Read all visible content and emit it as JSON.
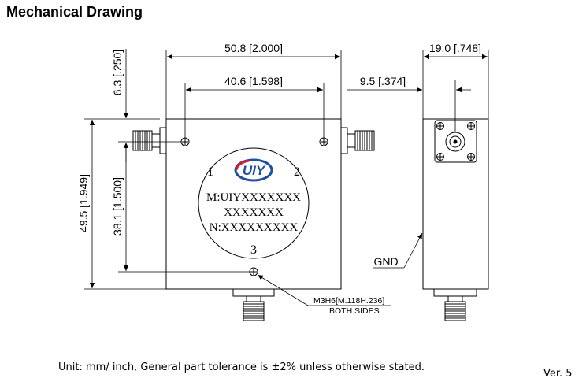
{
  "page": {
    "title": "Mechanical Drawing",
    "footer": "Unit: mm/ inch, General part tolerance is ±2% unless otherwise stated.",
    "version": "Ver. 5"
  },
  "dimensions": {
    "width_overall": "50.8 [2.000]",
    "width_holes": "40.6 [1.598]",
    "height_overall": "49.5 [1.949]",
    "height_holes": "38.1 [1.500]",
    "hole_offset": "6.3 [.250]",
    "depth_overall": "19.0 [.748]",
    "connector_offset": "9.5 [.374]"
  },
  "label": {
    "port1": "1",
    "port2": "2",
    "port3": "3",
    "model": "M:UIYXXXXXXX",
    "model_cont": "XXXXXXX",
    "serial": "N:XXXXXXXXX",
    "logo_text": "UIY"
  },
  "callouts": {
    "gnd": "GND",
    "mount_hole": "M3H6[M.118H.236]",
    "mount_hole_note": "BOTH SIDES"
  },
  "colors": {
    "line": "#000000",
    "logo_blue": "#1f4fa0",
    "logo_red": "#d42027"
  }
}
